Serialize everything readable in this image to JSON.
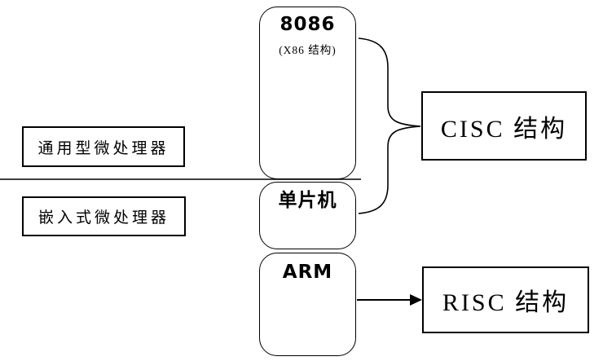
{
  "diagram": {
    "categories": {
      "general": "通用型微处理器",
      "embedded": "嵌入式微处理器"
    },
    "chips": {
      "x86": {
        "title": "8086",
        "subtitle": "(X86 结构)"
      },
      "mcu": {
        "title": "单片机"
      },
      "arm": {
        "title": "ARM"
      }
    },
    "architectures": {
      "cisc": "CISC 结构",
      "risc": "RISC 结构"
    },
    "colors": {
      "line": "#000000",
      "background": "#ffffff",
      "text": "#000000"
    }
  }
}
